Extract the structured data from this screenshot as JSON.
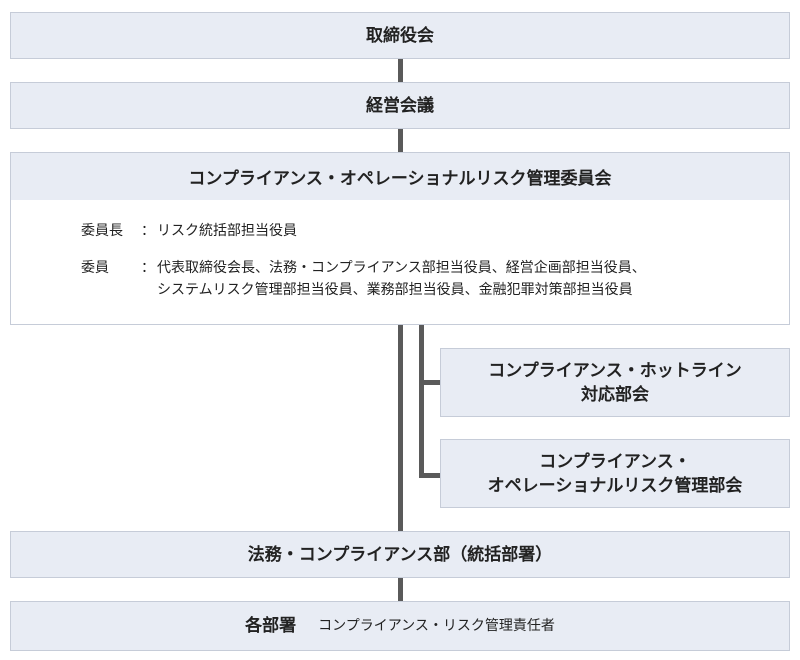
{
  "board": "取締役会",
  "management_meeting": "経営会議",
  "committee": {
    "title": "コンプライアンス・オペレーショナルリスク管理委員会",
    "chair_label": "委員長",
    "chair_colon": "：",
    "chair": "リスク統括部担当役員",
    "members_label": "委員",
    "members_colon": "：",
    "members": "代表取締役会長、法務・コンプライアンス部担当役員、経営企画部担当役員、\nシステムリスク管理部担当役員、業務部担当役員、金融犯罪対策部担当役員"
  },
  "subcommittee_hotline": "コンプライアンス・ホットライン\n対応部会",
  "subcommittee_oprisk": "コンプライアンス・\nオペレーショナルリスク管理部会",
  "legal_department": "法務・コンプライアンス部（統括部署）",
  "departments": {
    "label": "各部署",
    "officer": "コンプライアンス・リスク管理責任者"
  }
}
